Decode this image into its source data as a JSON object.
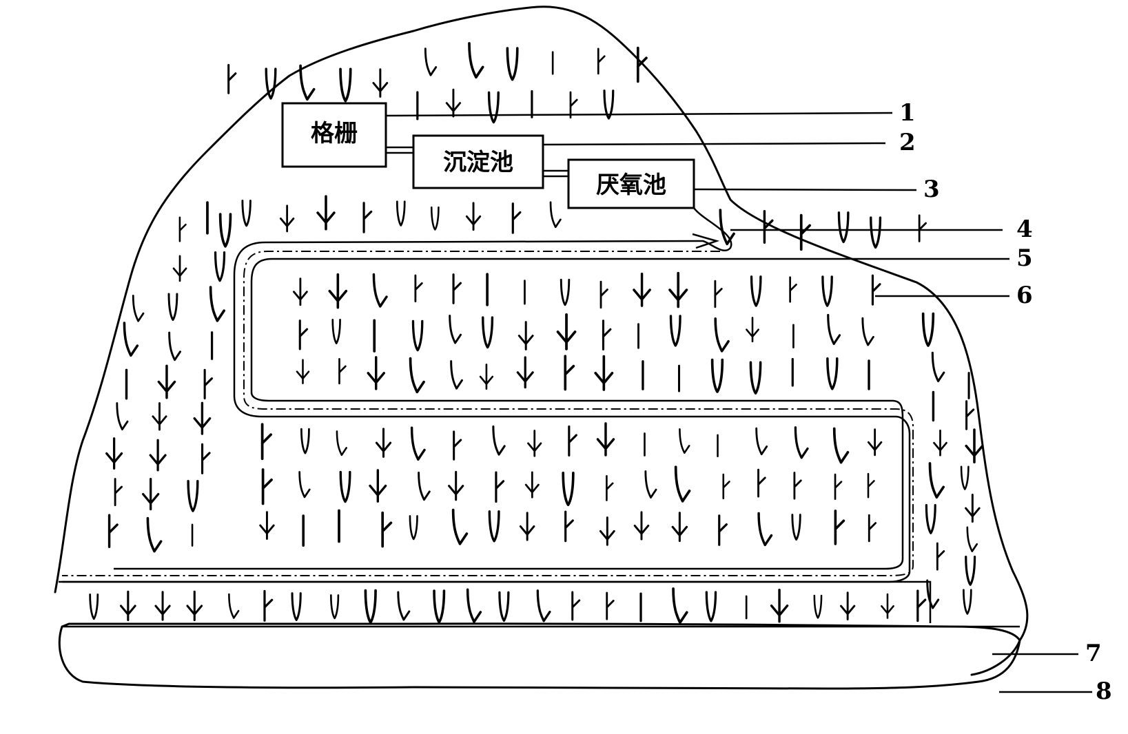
{
  "boxes": {
    "grille": "格栅",
    "sedimentation_tank": "沉淀池",
    "anaerobic_tank": "厌氧池"
  },
  "callouts": [
    "1",
    "2",
    "3",
    "4",
    "5",
    "6",
    "7",
    "8"
  ],
  "colors": {
    "ink": "#000000",
    "paper": "#ffffff"
  }
}
